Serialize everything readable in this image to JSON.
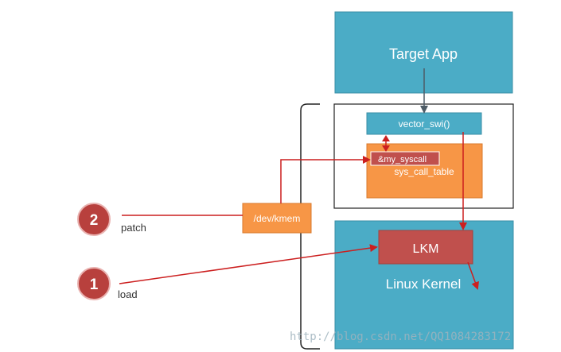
{
  "diagram": {
    "target_app": "Target App",
    "vector_swi": "vector_swi()",
    "my_syscall": "&my_syscall",
    "sys_call_table": "sys_call_table",
    "dev_kmem": "/dev/kmem",
    "lkm": "LKM",
    "linux_kernel": "Linux Kernel",
    "step_patch": {
      "number": "2",
      "label": "patch"
    },
    "step_load": {
      "number": "1",
      "label": "load"
    },
    "watermark": "http://blog.csdn.net/QQ1084283172"
  },
  "colors": {
    "teal": "#4bacc6",
    "teal_stroke": "#3a8ea6",
    "orange": "#f79646",
    "orange_stroke": "#d97a2c",
    "red": "#c0504d",
    "arrow_red": "#cc1f1f",
    "circle_red": "#b8403d"
  }
}
